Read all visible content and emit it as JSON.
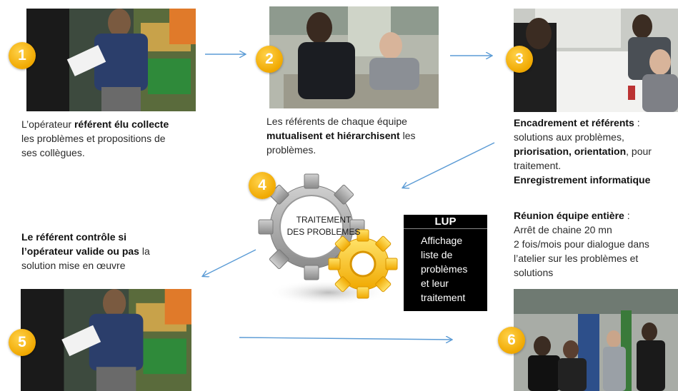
{
  "steps": [
    {
      "number": "1",
      "lines": [
        [
          {
            "t": "L’opérateur ",
            "b": false
          },
          {
            "t": "référent élu collecte",
            "b": true
          }
        ],
        [
          {
            "t": "les problèmes et propositions de",
            "b": false
          }
        ],
        [
          {
            "t": "ses collègues.",
            "b": false
          }
        ]
      ]
    },
    {
      "number": "2",
      "lines": [
        [
          {
            "t": "Les référents de chaque équipe",
            "b": false
          }
        ],
        [
          {
            "t": "mutualisent et hiérarchisent",
            "b": true
          },
          {
            "t": " les",
            "b": false
          }
        ],
        [
          {
            "t": "problèmes.",
            "b": false
          }
        ]
      ]
    },
    {
      "number": "3",
      "lines": [
        [
          {
            "t": "Encadrement et référents",
            "b": true
          },
          {
            "t": " :",
            "b": false
          }
        ],
        [
          {
            "t": "solutions aux problèmes,",
            "b": false
          }
        ],
        [
          {
            "t": "priorisation, orientation",
            "b": true
          },
          {
            "t": ", pour",
            "b": false
          }
        ],
        [
          {
            "t": "traitement.",
            "b": false
          }
        ],
        [
          {
            "t": "Enregistrement informatique",
            "b": true
          }
        ]
      ]
    },
    {
      "number": "4",
      "lines": [
        [
          {
            "t": "TRAITEMENT",
            "b": false
          }
        ],
        [
          {
            "t": "DES PROBLEMES",
            "b": false
          }
        ]
      ]
    },
    {
      "number": "5",
      "lines": [
        [
          {
            "t": "Le référent contrôle si",
            "b": true
          }
        ],
        [
          {
            "t": "l’opérateur valide ou pas",
            "b": true
          },
          {
            "t": " la",
            "b": false
          }
        ],
        [
          {
            "t": "solution mise en œuvre",
            "b": false
          }
        ]
      ]
    },
    {
      "number": "6",
      "lines": [
        [
          {
            "t": "Réunion équipe entière",
            "b": true
          },
          {
            "t": " :",
            "b": false
          }
        ],
        [
          {
            "t": "Arrêt de chaine 20 mn",
            "b": false
          }
        ],
        [
          {
            "t": "2 fois/mois pour dialogue dans",
            "b": false
          }
        ],
        [
          {
            "t": "l’atelier sur  les problèmes et",
            "b": false
          }
        ],
        [
          {
            "t": "solutions",
            "b": false
          }
        ]
      ]
    }
  ],
  "lup": {
    "title": "LUP",
    "lines": [
      "Affichage",
      "liste de",
      "problèmes",
      "et leur",
      "traitement"
    ]
  },
  "photos": [
    "operator-photo",
    "referents-meeting-photo",
    "management-meeting-photo",
    "operator-photo",
    "team-meeting-photo"
  ],
  "colors": {
    "badge": "#f0a800",
    "arrow": "#5b9bd5",
    "gear_gray": "#9a9a9a",
    "gear_yellow": "#f5b800",
    "lup_bg": "#000000"
  }
}
